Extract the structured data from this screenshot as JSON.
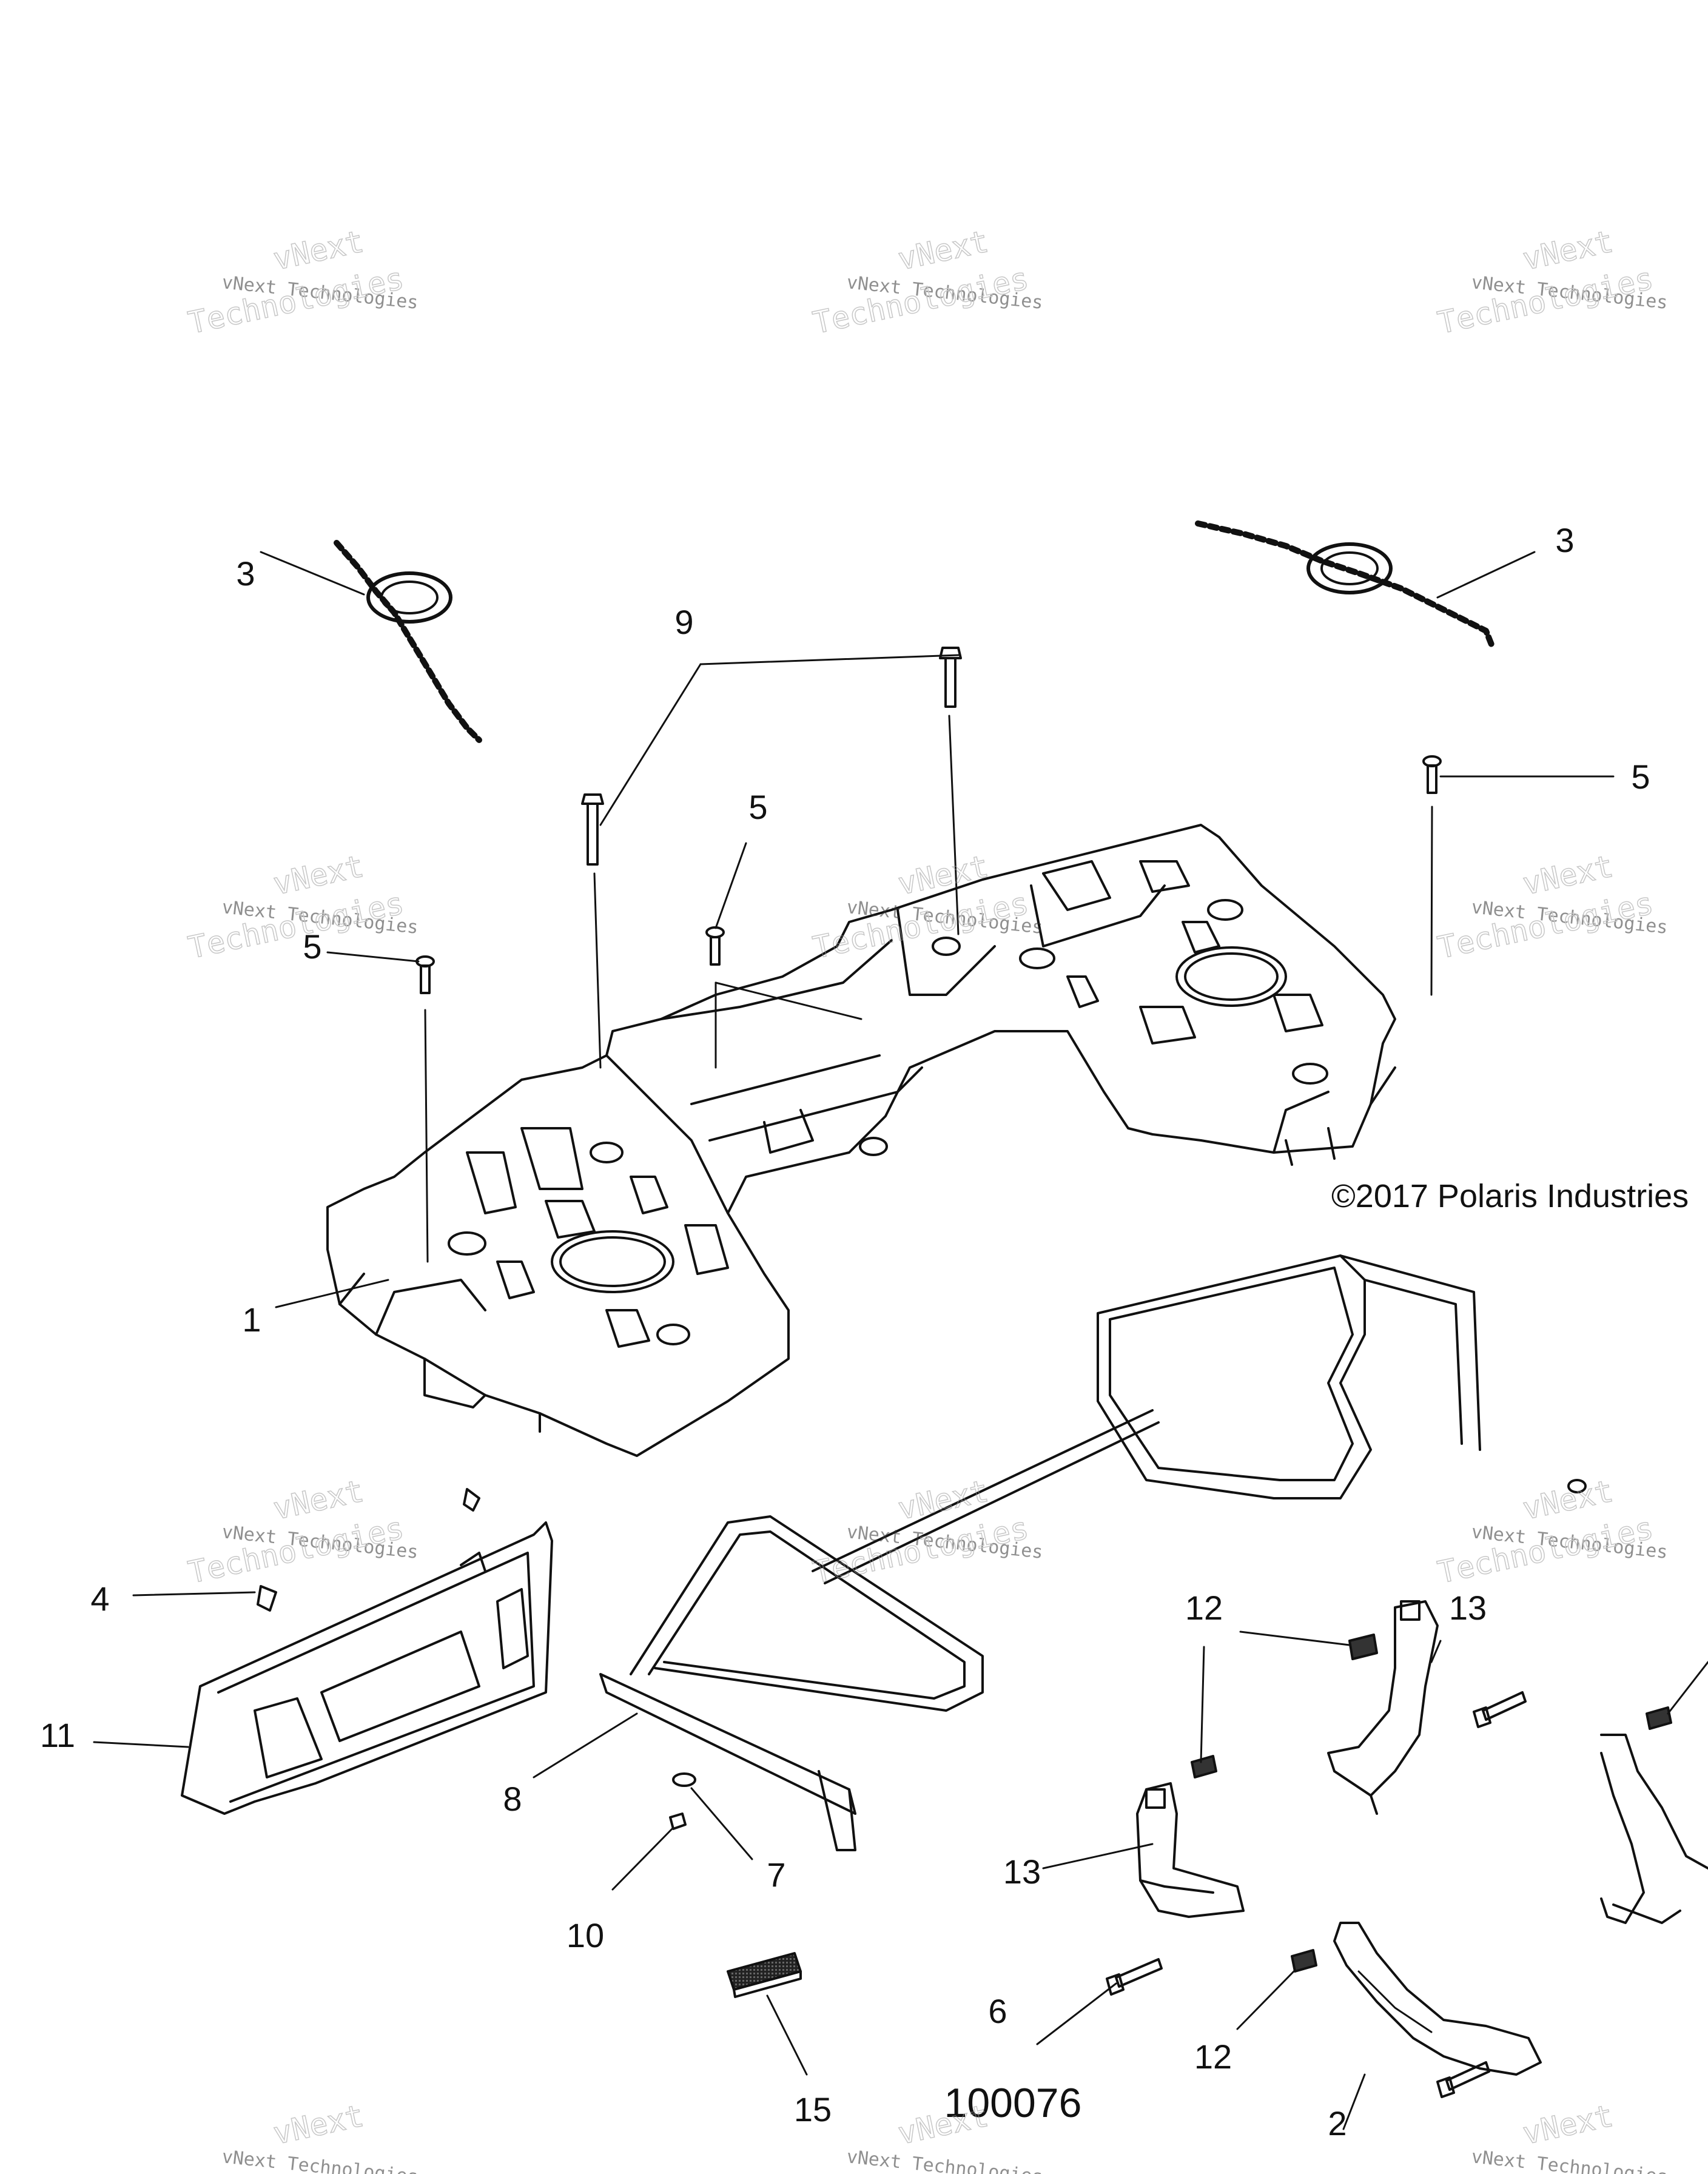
{
  "figure": {
    "figure_number": "100076",
    "copyright": "©2017 Polaris Industries"
  },
  "watermark": {
    "small": "vNext Technologies",
    "big_1": "vNext",
    "big_2": "Technologies"
  },
  "callouts": [
    {
      "id": "c1",
      "label": "1"
    },
    {
      "id": "c2",
      "label": "2"
    },
    {
      "id": "c3a",
      "label": "3"
    },
    {
      "id": "c3b",
      "label": "3"
    },
    {
      "id": "c4",
      "label": "4"
    },
    {
      "id": "c5a",
      "label": "5"
    },
    {
      "id": "c5b",
      "label": "5"
    },
    {
      "id": "c5c",
      "label": "5"
    },
    {
      "id": "c6",
      "label": "6"
    },
    {
      "id": "c7",
      "label": "7"
    },
    {
      "id": "c8",
      "label": "8"
    },
    {
      "id": "c9",
      "label": "9"
    },
    {
      "id": "c10",
      "label": "10"
    },
    {
      "id": "c11",
      "label": "11"
    },
    {
      "id": "c12a",
      "label": "12"
    },
    {
      "id": "c12b",
      "label": "12"
    },
    {
      "id": "c13a",
      "label": "13"
    },
    {
      "id": "c13b",
      "label": "13"
    },
    {
      "id": "c15",
      "label": "15"
    }
  ]
}
